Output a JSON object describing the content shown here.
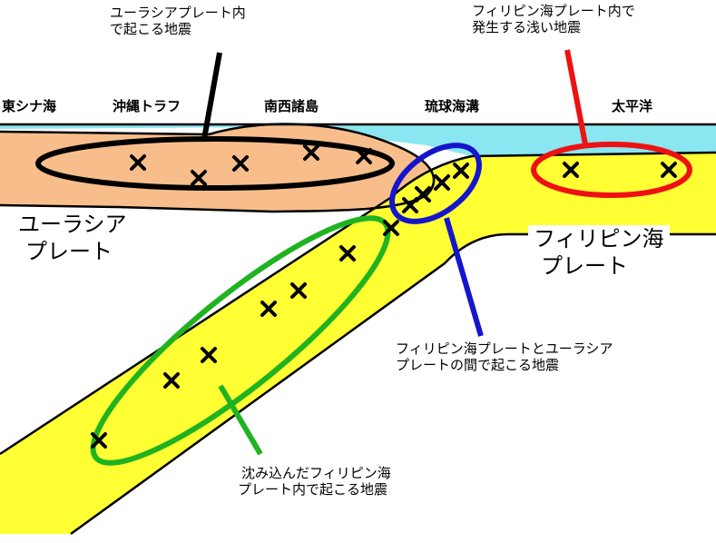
{
  "regions": {
    "east_china_sea": "東シナ海",
    "okinawa_trough": "沖縄トラフ",
    "nansei_islands": "南西諸島",
    "ryukyu_trench": "琉球海溝",
    "pacific_ocean": "太平洋"
  },
  "plates": {
    "eurasian": [
      "ユーラシア",
      "プレート"
    ],
    "philippine": [
      "フィリピン海",
      "プレート"
    ]
  },
  "annotations": {
    "eurasian_inside": {
      "lines": [
        "ユーラシアプレート内",
        "で起こる地震"
      ],
      "color": "#000000"
    },
    "philippine_shallow": {
      "lines": [
        "フィリピン海プレート内で",
        "発生する浅い地震"
      ],
      "color": "#ee1111"
    },
    "interplate": {
      "lines": [
        "フィリピン海プレートとユーラシア",
        "プレートの間で起こる地震"
      ],
      "color": "#1515cc"
    },
    "subducted": {
      "lines": [
        "沈み込んだフィリピン海",
        "プレート内で起こる地震"
      ],
      "color": "#1fb31f"
    }
  },
  "colors": {
    "sea": "#8ae6f0",
    "eurasian_plate": "#f7be8c",
    "philippine_plate": "#ffff33",
    "quake_mark": "#000000"
  },
  "icons": {
    "earthquake": "x-mark-icon"
  }
}
